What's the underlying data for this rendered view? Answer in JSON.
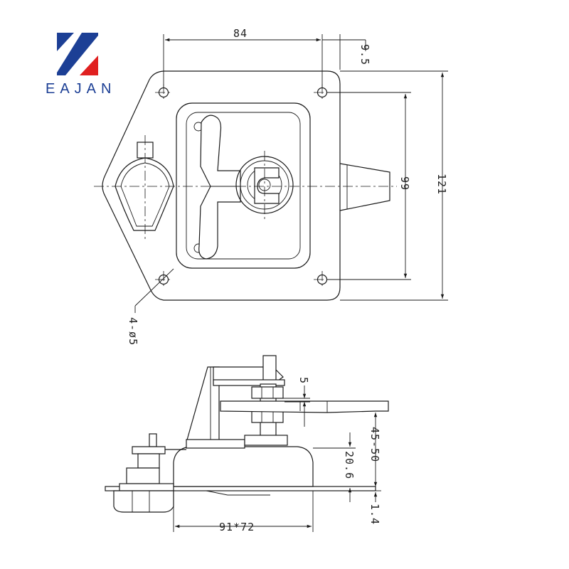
{
  "brand": {
    "name": "EAJAN",
    "colors": {
      "blue": "#1c3f95",
      "red": "#e02020"
    }
  },
  "dimensions": {
    "width_84": "84",
    "offset_9_5": "9.5",
    "height_99": "99",
    "height_121": "121",
    "holes_4_d5": "4-ø5",
    "gap_5": "5",
    "range_45_50": "45-50",
    "depth_20_6": "20.6",
    "thickness_1_4": "1.4",
    "pan_91x72": "91*72"
  }
}
